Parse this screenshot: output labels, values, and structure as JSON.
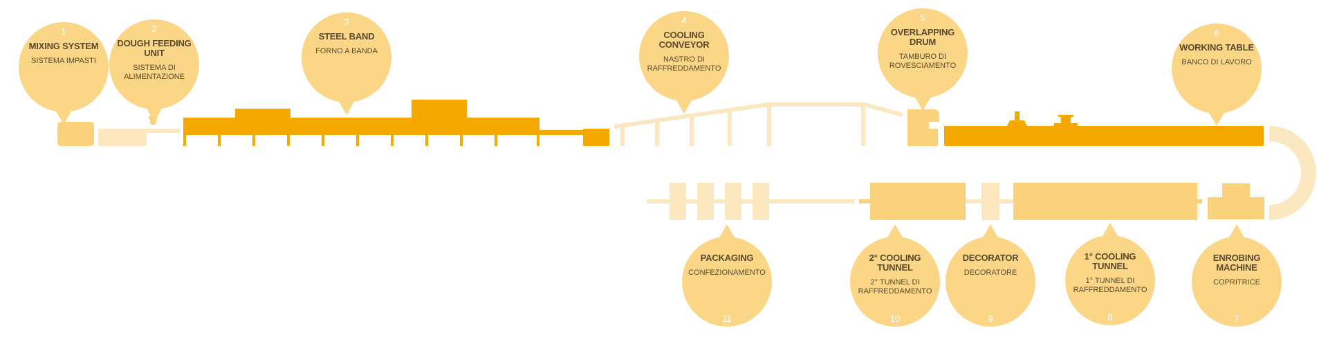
{
  "colors": {
    "bubble": "#fbd686",
    "machine_dark": "#f5a800",
    "machine_medium": "#fbd27c",
    "machine_light": "#fbe7c0",
    "text": "#5a4a2a",
    "number": "#ffffff"
  },
  "stations": [
    {
      "number": "1",
      "name": "MIXING SYSTEM",
      "name_it": "SISTEMA IMPASTI"
    },
    {
      "number": "2",
      "name": "DOUGH FEEDING UNIT",
      "name_it": "SISTEMA DI ALIMENTAZIONE"
    },
    {
      "number": "3",
      "name": "STEEL BAND",
      "name_it": "FORNO A BANDA"
    },
    {
      "number": "4",
      "name": "COOLING CONVEYOR",
      "name_it": "NASTRO DI RAFFREDDAMENTO"
    },
    {
      "number": "5",
      "name": "OVERLAPPING DRUM",
      "name_it": "TAMBURO DI ROVESCIAMENTO"
    },
    {
      "number": "6",
      "name": "WORKING TABLE",
      "name_it": "BANCO DI LAVORO"
    },
    {
      "number": "7",
      "name": "ENROBING MACHINE",
      "name_it": "COPRITRICE"
    },
    {
      "number": "8",
      "name": "1° COOLING TUNNEL",
      "name_it": "1° TUNNEL DI RAFFREDDAMENTO"
    },
    {
      "number": "9",
      "name": "DECORATOR",
      "name_it": "DECORATORE"
    },
    {
      "number": "10",
      "name": "2° COOLING TUNNEL",
      "name_it": "2° TUNNEL DI RAFFREDDAMENTO"
    },
    {
      "number": "11",
      "name": "PACKAGING",
      "name_it": "CONFEZIONAMENTO"
    }
  ]
}
